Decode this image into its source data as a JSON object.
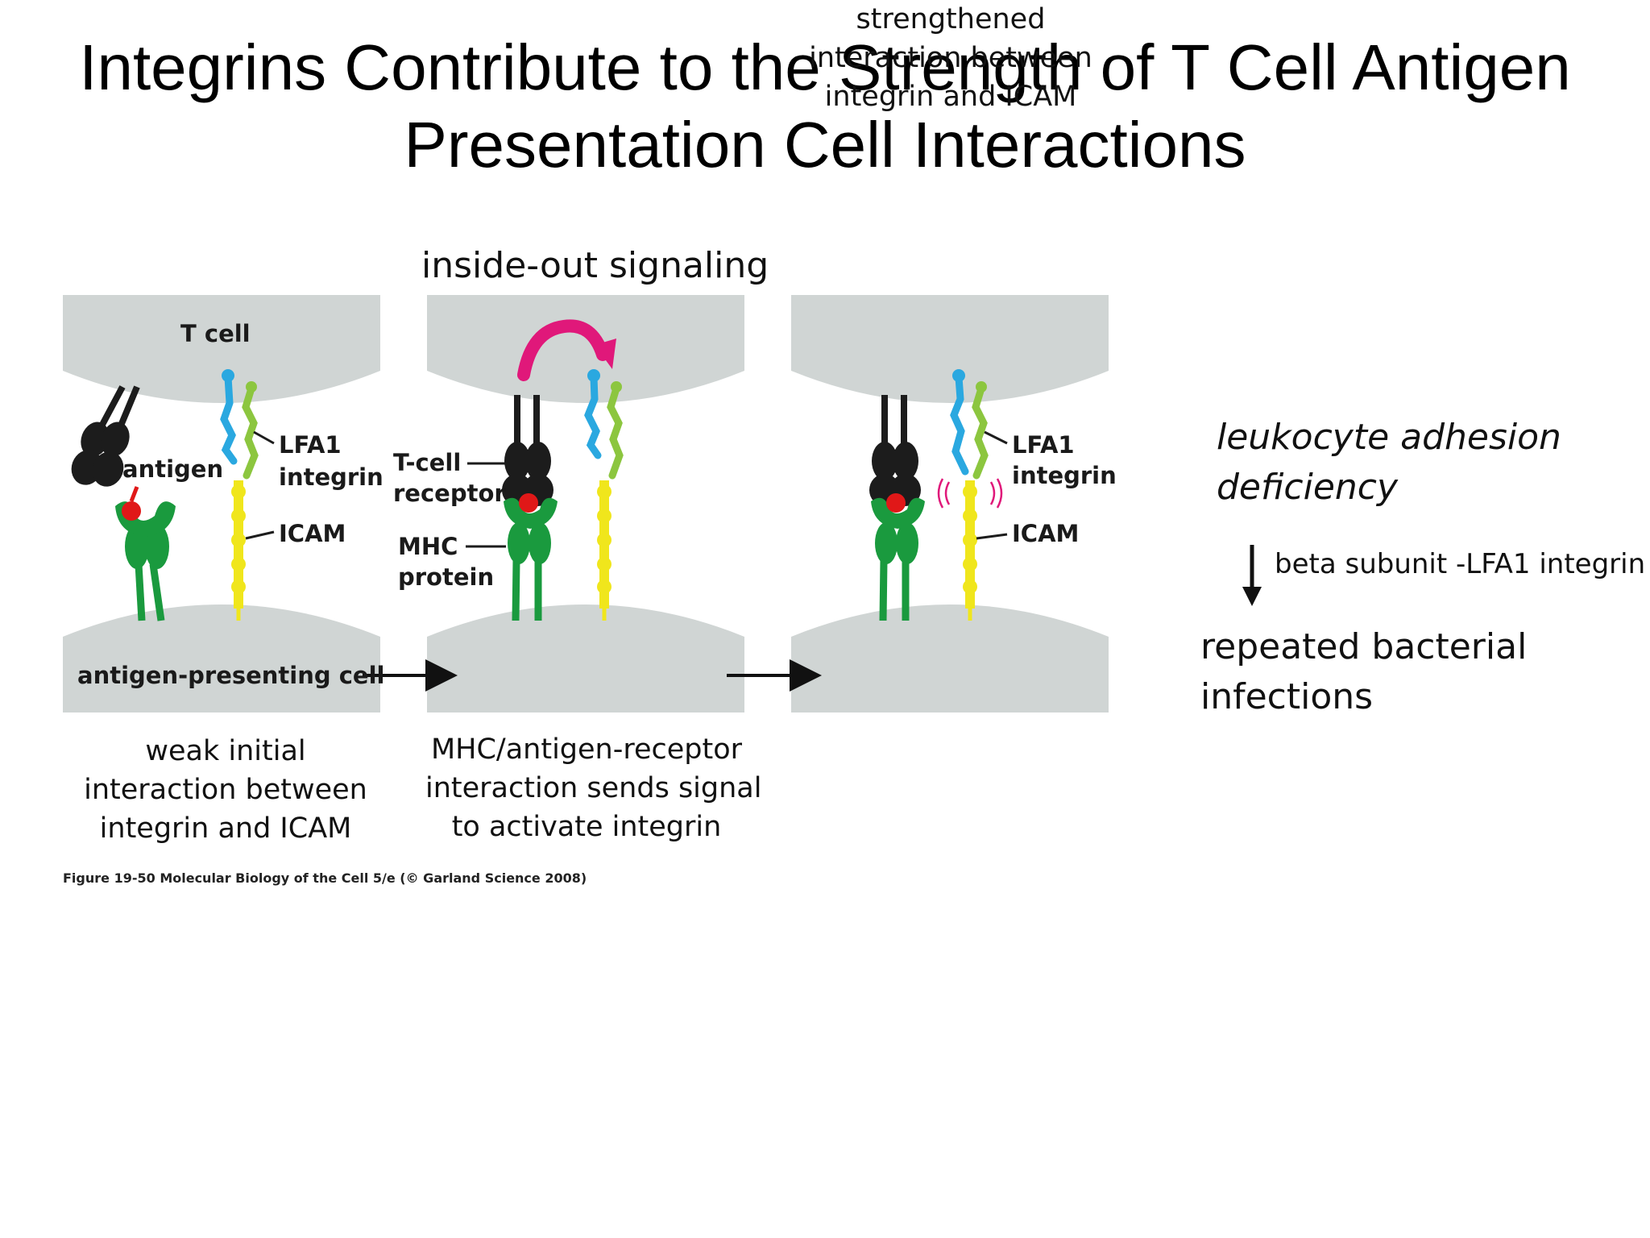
{
  "slide": {
    "title_line1": "Integrins Contribute to the Strength of T Cell Antigen",
    "title_line2": "Presentation Cell Interactions"
  },
  "figure": {
    "heading": "inside-out signaling",
    "labels": {
      "t_cell": "T cell",
      "antigen": "antigen",
      "lfa1": "LFA1",
      "integrin": "integrin",
      "icam": "ICAM",
      "t_cell_receptor_1": "T-cell",
      "t_cell_receptor_2": "receptor",
      "mhc_1": "MHC",
      "mhc_2": "protein",
      "apc": "antigen-presenting cell"
    },
    "captions": [
      {
        "line1": "weak initial",
        "line2": "interaction between",
        "line3": "integrin and ICAM"
      },
      {
        "line1": "MHC/antigen-receptor",
        "line2": "interaction sends signal",
        "line3": "to activate integrin"
      },
      {
        "line1": "strengthened",
        "line2": "interaction between",
        "line3": "integrin and ICAM"
      }
    ],
    "credit": "Figure 19-50  Molecular Biology of the Cell 5/e (© Garland Science 2008)",
    "colors": {
      "cell": "#d0d5d4",
      "receptor": "#1c1c1c",
      "mhc": "#1a9a3e",
      "antigen": "#e01818",
      "integrin_alpha": "#2aa8e0",
      "integrin_beta": "#8cc63f",
      "icam": "#f0e61c",
      "signal_arrow": "#e0187a"
    }
  },
  "side_notes": {
    "disease_line1": "leukocyte adhesion",
    "disease_line2": "deficiency",
    "mutation": "beta subunit -LFA1 integrin",
    "outcome_line1": "repeated bacterial",
    "outcome_line2": "infections"
  }
}
